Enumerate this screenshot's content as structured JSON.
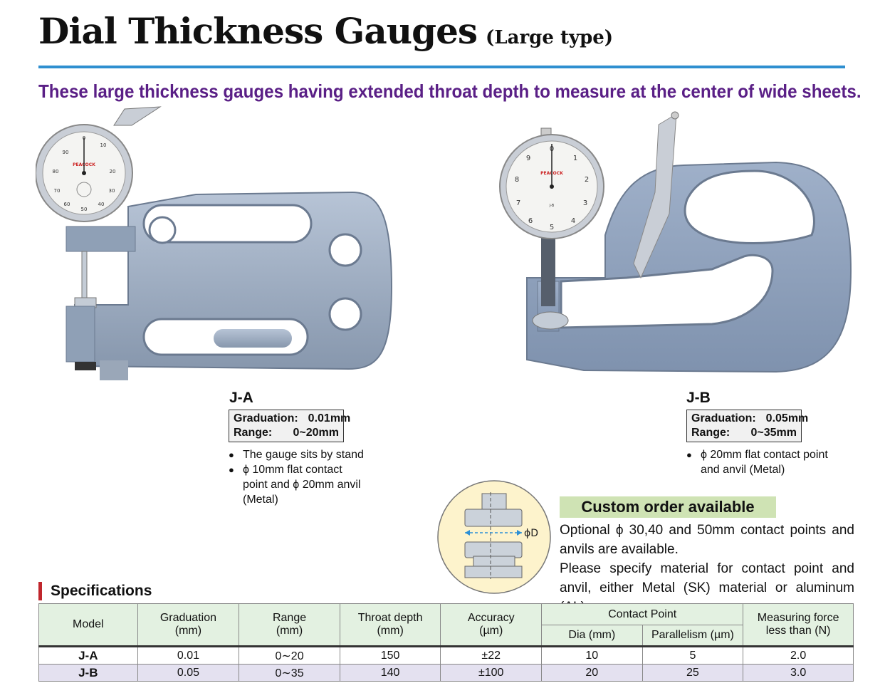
{
  "header": {
    "title": "Dial Thickness Gauges",
    "title_sub": "(Large type)",
    "tagline": "These large thickness gauges having extended throat depth to measure at the center of wide sheets."
  },
  "products": [
    {
      "model": "J-A",
      "graduation_label": "Graduation:",
      "graduation_value": "0.01",
      "graduation_unit": "mm",
      "range_label": "Range:",
      "range_value": "0~20",
      "range_unit": "mm",
      "bullets": [
        "The gauge sits by stand",
        "ϕ 10mm flat contact point and ϕ 20mm anvil (Metal)"
      ],
      "dial_brand": "PEACOCK",
      "dial_numbers": [
        "0",
        "10",
        "20",
        "30",
        "40",
        "50",
        "60",
        "70",
        "80",
        "90"
      ]
    },
    {
      "model": "J-B",
      "graduation_label": "Graduation:",
      "graduation_value": "0.05",
      "graduation_unit": "mm",
      "range_label": "Range:",
      "range_value": "0~35",
      "range_unit": "mm",
      "bullets": [
        "ϕ 20mm flat contact point and anvil (Metal)"
      ],
      "dial_brand": "PEACOCK",
      "dial_model": "J-B",
      "dial_numbers": [
        "0",
        "1",
        "2",
        "3",
        "4",
        "5",
        "6",
        "7",
        "8",
        "9"
      ]
    }
  ],
  "diagram": {
    "label": "ϕD"
  },
  "custom": {
    "heading": "Custom order available",
    "line1": "Optional ϕ 30,40 and 50mm contact points and anvils are available.",
    "line2": "Please specify material for contact point and anvil, either Metal (SK) material or aluminum (AL)."
  },
  "specs": {
    "title": "Specifications",
    "headers": {
      "model": "Model",
      "graduation": "Graduation",
      "graduation_unit": "(mm)",
      "range": "Range",
      "range_unit": "(mm)",
      "throat": "Throat depth",
      "throat_unit": "(mm)",
      "accuracy": "Accuracy",
      "accuracy_unit": "(µm)",
      "contact": "Contact Point",
      "dia": "Dia (mm)",
      "parallelism": "Parallelism (µm)",
      "force1": "Measuring force",
      "force2": "less than (N)"
    },
    "rows": [
      {
        "model": "J-A",
        "graduation": "0.01",
        "range": "0∼20",
        "throat": "150",
        "accuracy": "±22",
        "dia": "10",
        "parallelism": "5",
        "force": "2.0"
      },
      {
        "model": "J-B",
        "graduation": "0.05",
        "range": "0∼35",
        "throat": "140",
        "accuracy": "±100",
        "dia": "20",
        "parallelism": "25",
        "force": "3.0"
      }
    ]
  },
  "colors": {
    "accent_rule": "#2f8fd0",
    "tagline": "#5a1f86",
    "custom_bg": "#cfe3b4",
    "table_header_bg": "#e3f1e1",
    "row_alt_bg": "#e4e1f0",
    "section_marker": "#c0262c"
  }
}
